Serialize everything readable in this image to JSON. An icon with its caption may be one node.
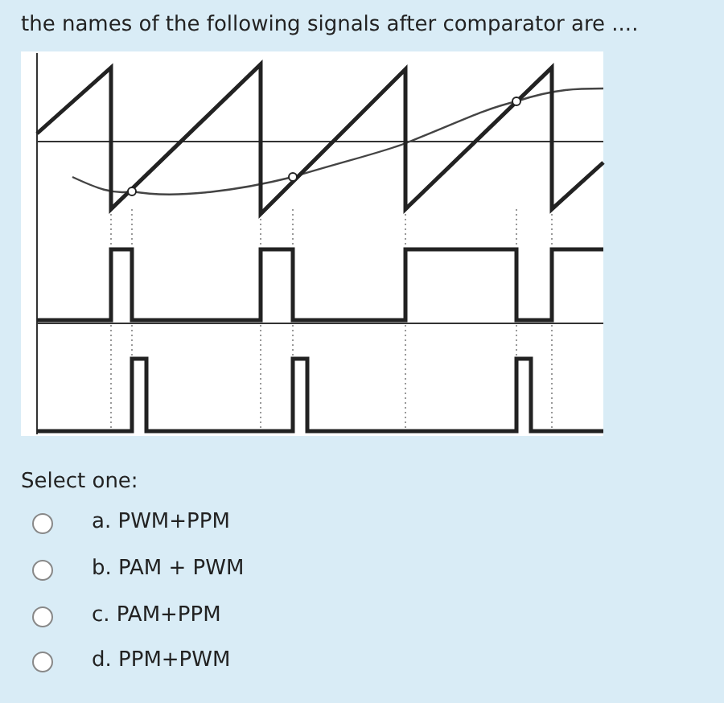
{
  "diagram": {
    "title": "the names of the following signals after comparator are ....",
    "labels": [
      "Select one:",
      "a. PWM+PPM",
      "b. PAM + PWM",
      "c. PAM+PPM",
      "d. PPM+PWM"
    ]
  }
}
